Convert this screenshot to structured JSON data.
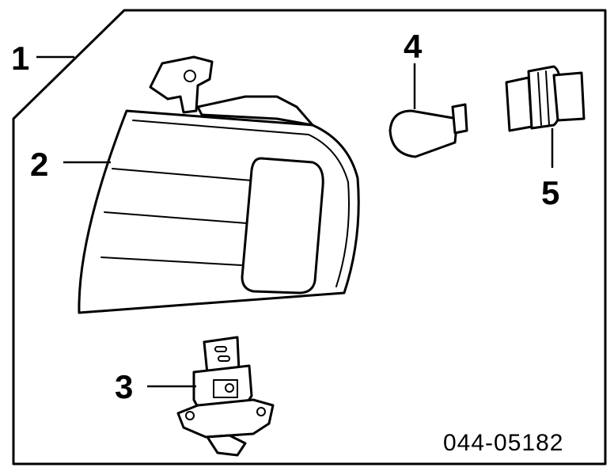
{
  "callouts": {
    "c1": "1",
    "c2": "2",
    "c3": "3",
    "c4": "4",
    "c5": "5"
  },
  "diagram_code": "044-05182",
  "colors": {
    "ink": "#000000",
    "paper": "#ffffff"
  }
}
